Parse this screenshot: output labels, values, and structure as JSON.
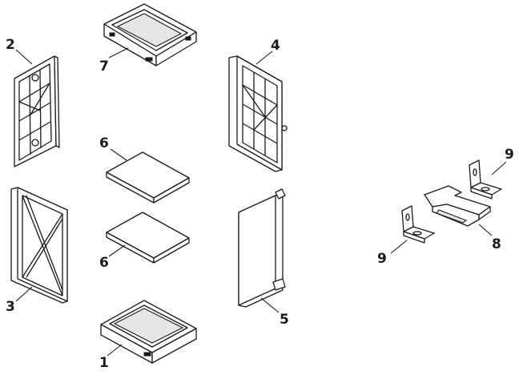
{
  "callouts": {
    "c1": "1",
    "c2": "2",
    "c3": "3",
    "c4": "4",
    "c5": "5",
    "c6a": "6",
    "c6b": "6",
    "c7": "7",
    "c8": "8",
    "c9a": "9",
    "c9b": "9"
  },
  "colors": {
    "line": "#1a1a1a",
    "background": "#ffffff"
  }
}
